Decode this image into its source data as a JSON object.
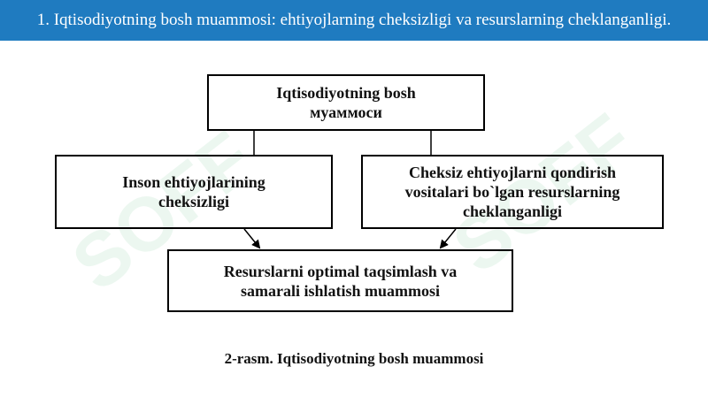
{
  "header": {
    "title": "1. Iqtisodiyotning bosh muammosi: ehtiyojlarning cheksizligi va resurslarning cheklanganligi."
  },
  "diagram": {
    "top_box": "Iqtisodiyotning bosh\nмуаммоси",
    "left_box": "Inson ehtiyojlarining\ncheksizligi",
    "right_box": "Cheksiz ehtiyojlarni qondirish\nvositalari bo`lgan resurslarning\ncheklanganligi",
    "bottom_box": "Resurslarni optimal taqsimlash va\nsamarali ishlatish muammosi",
    "caption": "2-rasm. Iqtisodiyotning bosh muammosi"
  },
  "watermark": {
    "text": "SOFF"
  },
  "colors": {
    "header_bg": "#1f7bc0",
    "header_text": "#ffffff",
    "watermark": "#78c896"
  }
}
